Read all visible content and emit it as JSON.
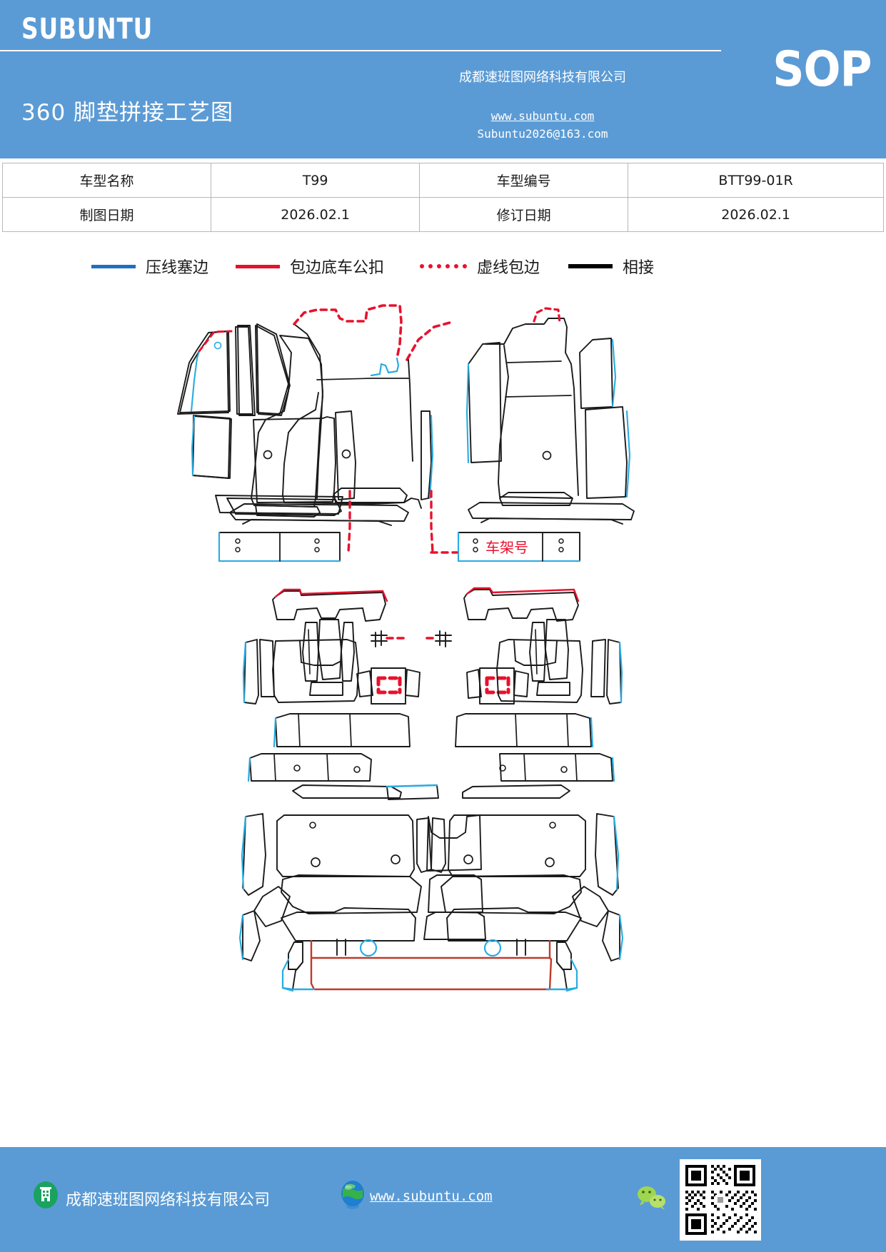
{
  "header": {
    "brand": "SUBUNTU",
    "doc_title": "360 脚垫拼接工艺图",
    "sop_badge": "SOP",
    "company_zh": "成都速班图网络科技有限公司",
    "website": "www.subuntu.com",
    "email": "Subuntu2026@163.com",
    "bg_color": "#5b9bd5"
  },
  "info_table": {
    "rows": [
      {
        "label_1": "车型名称",
        "value_1": "T99",
        "label_2": "车型编号",
        "value_2": "BTT99-01R"
      },
      {
        "label_1": "制图日期",
        "value_1": "2026.02.1",
        "label_2": "修订日期",
        "value_2": "2026.02.1"
      }
    ]
  },
  "legend": {
    "items": [
      {
        "label": "压线塞边",
        "style": "solid",
        "color": "#1f6fc0",
        "icon": "line-solid-blue-icon"
      },
      {
        "label": "包边底车公扣",
        "style": "solid",
        "color": "#e8112d",
        "icon": "line-solid-red-icon"
      },
      {
        "label": "虚线包边",
        "style": "dotted",
        "color": "#e8112d",
        "icon": "line-dotted-red-icon"
      },
      {
        "label": "相接",
        "style": "solid",
        "color": "#000000",
        "icon": "line-solid-black-icon"
      }
    ]
  },
  "drawing": {
    "title": "360 脚垫拼接工艺图",
    "annotations": [
      {
        "text": "车架号",
        "color": "#e8112d"
      }
    ],
    "line_colors": {
      "cut": "#1a1a1a",
      "edge": "#29abe2",
      "binding": "#e8112d"
    },
    "groups": [
      {
        "name": "front-row-driver"
      },
      {
        "name": "front-row-passenger"
      },
      {
        "name": "second-row-left"
      },
      {
        "name": "second-row-right"
      },
      {
        "name": "third-row-left"
      },
      {
        "name": "third-row-center"
      },
      {
        "name": "third-row-right"
      },
      {
        "name": "trunk-area"
      }
    ]
  },
  "footer": {
    "company": "成都速班图网络科技有限公司",
    "website": "www.subuntu.com",
    "bg_color": "#5b9bd5",
    "icons": [
      "building-icon",
      "globe-icon",
      "wechat-icon",
      "qr-code-icon"
    ]
  }
}
